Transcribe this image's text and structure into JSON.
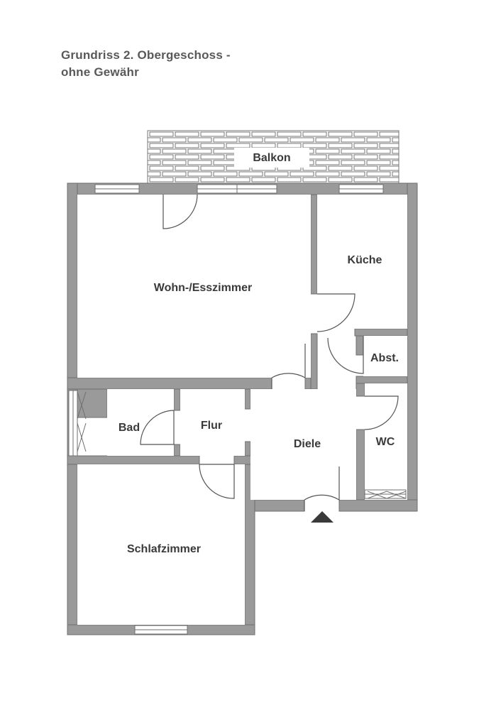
{
  "title": {
    "line1": "Grundriss 2. Obergeschoss -",
    "line2": "ohne Gewähr"
  },
  "rooms": {
    "balcony": "Balkon",
    "living": "Wohn-/Esszimmer",
    "kitchen": "Küche",
    "storage": "Abst.",
    "bathroom": "Bad",
    "corridor": "Flur",
    "hall": "Diele",
    "wc": "WC",
    "bedroom": "Schlafzimmer"
  },
  "colors": {
    "wall": "#9a9a9a",
    "wall_outline": "#6f6f6f",
    "text": "#3a3a3a",
    "title": "#595959",
    "entrance_marker": "#3a3a3a"
  }
}
